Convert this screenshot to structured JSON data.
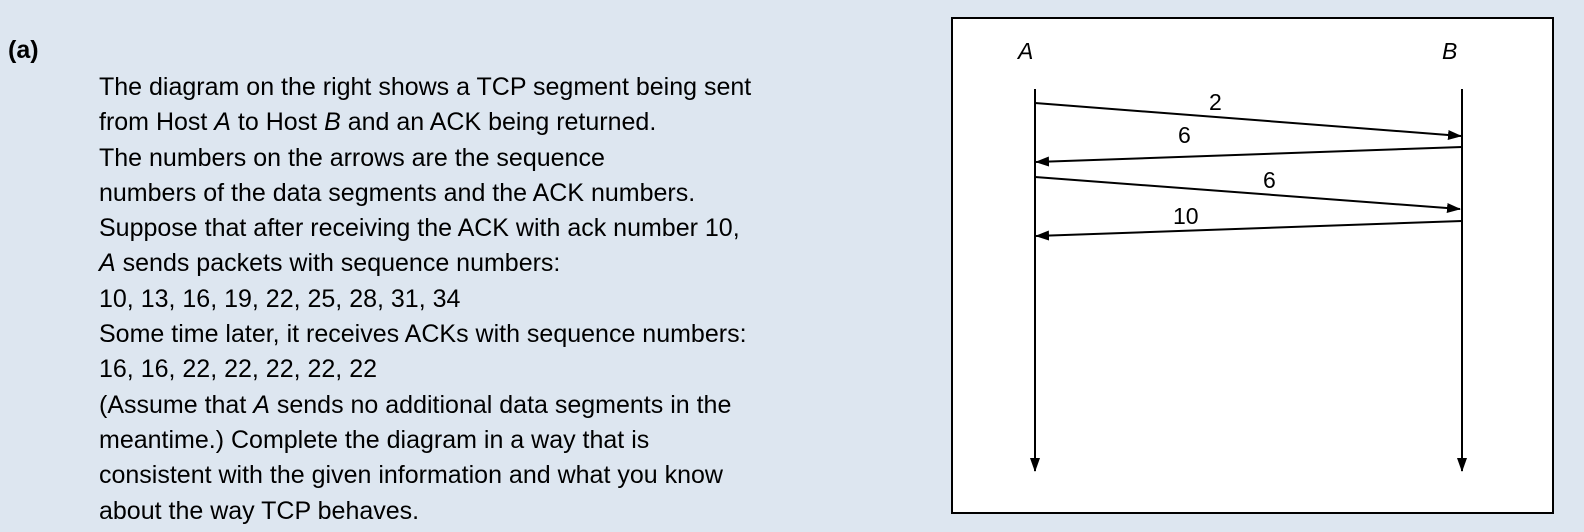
{
  "part_label": "(a)",
  "question": {
    "lines": [
      [
        {
          "t": "The diagram on the right shows a TCP segment being sent"
        }
      ],
      [
        {
          "t": "from Host "
        },
        {
          "t": "A",
          "i": true
        },
        {
          "t": " to Host "
        },
        {
          "t": "B",
          "i": true
        },
        {
          "t": " and an ACK being returned."
        }
      ],
      [
        {
          "t": "The numbers on the arrows are the sequence"
        }
      ],
      [
        {
          "t": "numbers of the data segments and the ACK numbers."
        }
      ],
      [
        {
          "t": "Suppose that after receiving the ACK with ack number 10,"
        }
      ],
      [
        {
          "t": "A",
          "i": true
        },
        {
          "t": " sends packets with sequence numbers:"
        }
      ],
      [
        {
          "t": "10, 13, 16, 19, 22, 25, 28, 31, 34"
        }
      ],
      [
        {
          "t": "Some time later, it receives ACKs with sequence numbers:"
        }
      ],
      [
        {
          "t": "16, 16, 22, 22, 22, 22, 22"
        }
      ],
      [
        {
          "t": "(Assume that "
        },
        {
          "t": "A",
          "i": true
        },
        {
          "t": " sends no additional data segments in the"
        }
      ],
      [
        {
          "t": "meantime.) Complete the diagram in a way that is"
        }
      ],
      [
        {
          "t": "consistent with the given information and what you know"
        }
      ],
      [
        {
          "t": "about the way TCP behaves."
        }
      ]
    ]
  },
  "diagram": {
    "hosts": {
      "left": "A",
      "right": "B"
    },
    "messages": [
      {
        "from": "A",
        "to": "B",
        "label": "2"
      },
      {
        "from": "B",
        "to": "A",
        "label": "6"
      },
      {
        "from": "A",
        "to": "B",
        "label": "6"
      },
      {
        "from": "B",
        "to": "A",
        "label": "10"
      }
    ]
  }
}
